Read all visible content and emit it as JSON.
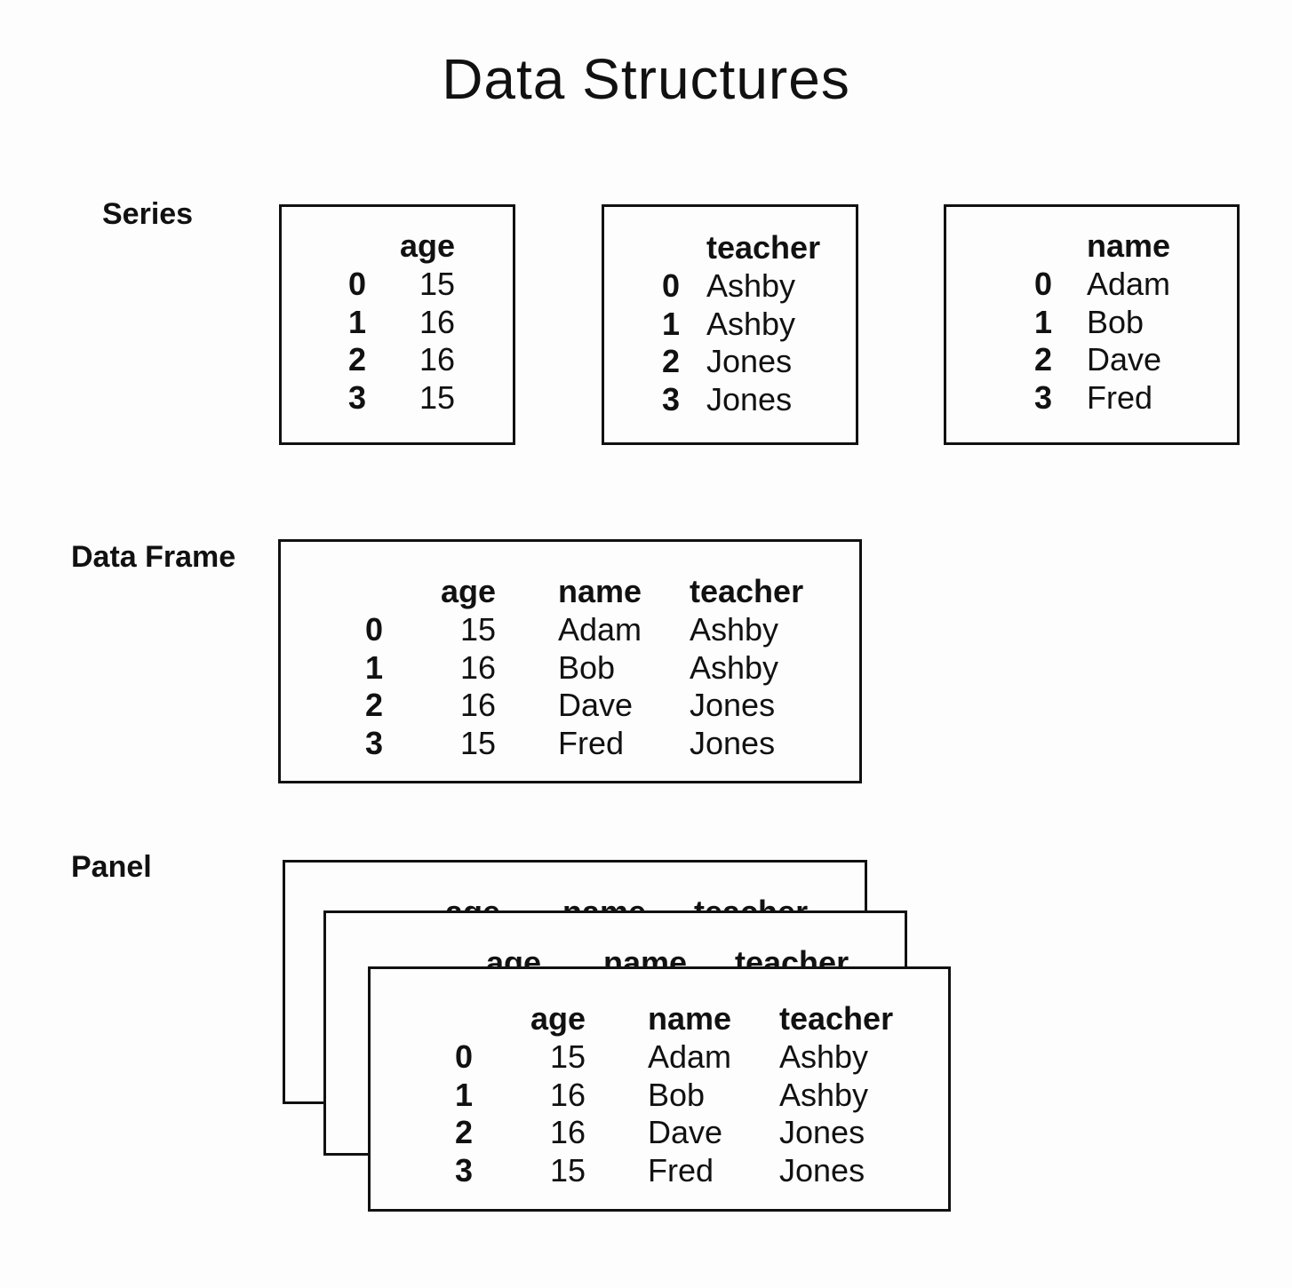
{
  "title": "Data Structures",
  "sections": {
    "series": "Series",
    "data_frame": "Data Frame",
    "panel": "Panel"
  },
  "index": [
    "0",
    "1",
    "2",
    "3"
  ],
  "columns": {
    "age": "age",
    "name": "name",
    "teacher": "teacher"
  },
  "data": {
    "age": [
      "15",
      "16",
      "16",
      "15"
    ],
    "name": [
      "Adam",
      "Bob",
      "Dave",
      "Fred"
    ],
    "teacher": [
      "Ashby",
      "Ashby",
      "Jones",
      "Jones"
    ]
  }
}
